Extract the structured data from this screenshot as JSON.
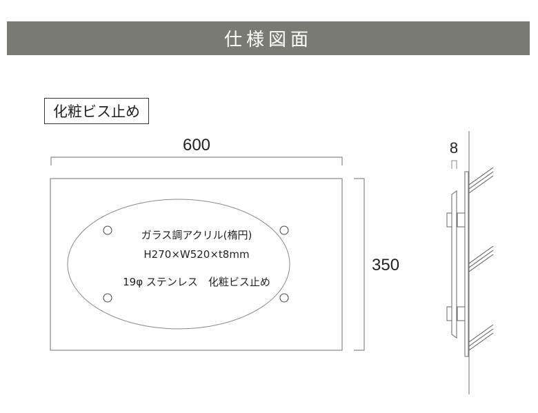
{
  "header": {
    "title": "仕様図面"
  },
  "label": {
    "mounting_type": "化粧ビス止め"
  },
  "front_view": {
    "width_dim": "600",
    "height_dim": "350",
    "plate": {
      "line1": "ガラス調アクリル(楕円)",
      "line2": "H270×W520×t8mm",
      "line3": "19φ ステンレス　化粧ビス止め"
    }
  },
  "side_view": {
    "thickness_dim": "8"
  },
  "colors": {
    "header_bg": "#7a7a74",
    "line": "#888888",
    "text": "#222222"
  }
}
